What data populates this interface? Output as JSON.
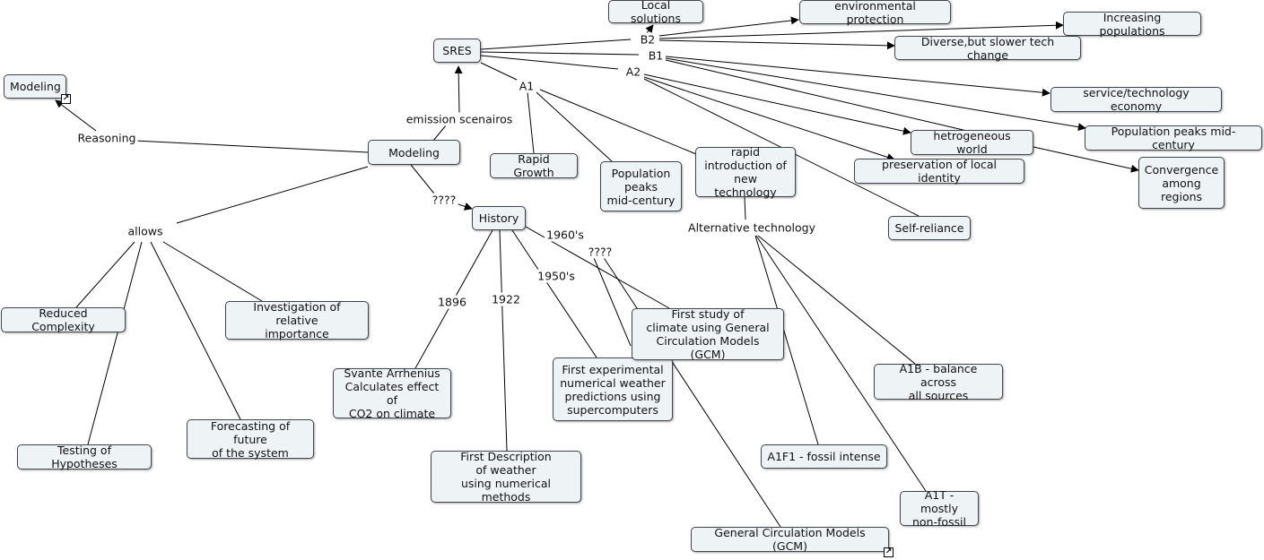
{
  "nodes": {
    "modeling_ref": "Modeling",
    "sres": "SRES",
    "modeling": "Modeling",
    "history": "History",
    "local_solutions": "Local solutions",
    "environmental_protection": "environmental protection",
    "increasing_populations": "Increasing populations",
    "diverse_slower_tech": "Diverse,but slower tech change",
    "service_technology_economy": "service/technology economy",
    "population_peaks_right": "Population peaks mid-century",
    "hetrogeneous_world": "hetrogeneous world",
    "preservation_local_identity": "preservation of local identity",
    "convergence": "Convergence\namong\nregions",
    "rapid_growth": "Rapid Growth",
    "population_peaks_mid": "Population\npeaks\nmid-century",
    "rapid_introduction": "rapid\nintroduction of\nnew technology",
    "self_reliance": "Self-reliance",
    "reduced_complexity": "Reduced Complexity",
    "investigation": "Investigation of relative\nimportance",
    "testing_hypotheses": "Testing of Hypotheses",
    "forecasting": "Forecasting of future\nof the system",
    "svante": "Svante Arrhenius\nCalculates effect of\nCO2 on climate",
    "first_description": "First Description\nof weather\nusing numerical methods",
    "first_experimental": "First experimental\nnumerical weather\npredictions using\nsupercomputers",
    "first_study": "First study of\nclimate using General\nCirculation Models (GCM)",
    "a1b": "A1B - balance across\nall sources",
    "a1f1": "A1F1 - fossil intense",
    "a1t": "A1T -mostly\nnon-fossil",
    "gcm": "General Circulation Models (GCM)"
  },
  "labels": {
    "reasoning": "Reasoning",
    "emission_scenarios": "emission scenairos",
    "unknown_history": "????",
    "allows": "allows",
    "b2": "B2",
    "b1": "B1",
    "a2": "A2",
    "a1": "A1",
    "alternative_technology": "Alternative technology",
    "y1960s": "1960's",
    "unknown_gcm": "????",
    "y1950s": "1950's",
    "y1896": "1896",
    "y1922": "1922"
  }
}
